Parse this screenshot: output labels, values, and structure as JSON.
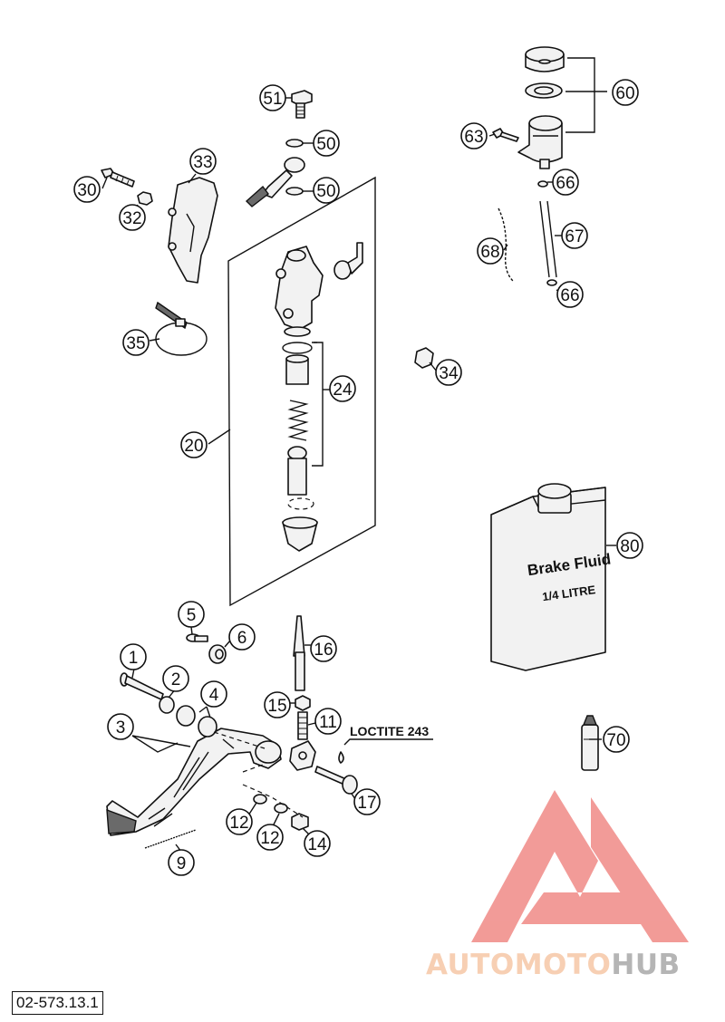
{
  "callouts": [
    {
      "id": "c1",
      "label": "1"
    },
    {
      "id": "c2",
      "label": "2"
    },
    {
      "id": "c3",
      "label": "3"
    },
    {
      "id": "c4",
      "label": "4"
    },
    {
      "id": "c5",
      "label": "5"
    },
    {
      "id": "c6",
      "label": "6"
    },
    {
      "id": "c9",
      "label": "9"
    },
    {
      "id": "c11",
      "label": "11"
    },
    {
      "id": "c12a",
      "label": "12"
    },
    {
      "id": "c12b",
      "label": "12"
    },
    {
      "id": "c14",
      "label": "14"
    },
    {
      "id": "c15",
      "label": "15"
    },
    {
      "id": "c16",
      "label": "16"
    },
    {
      "id": "c17",
      "label": "17"
    },
    {
      "id": "c20",
      "label": "20"
    },
    {
      "id": "c24",
      "label": "24"
    },
    {
      "id": "c30",
      "label": "30"
    },
    {
      "id": "c32",
      "label": "32"
    },
    {
      "id": "c33",
      "label": "33"
    },
    {
      "id": "c34",
      "label": "34"
    },
    {
      "id": "c35",
      "label": "35"
    },
    {
      "id": "c50a",
      "label": "50"
    },
    {
      "id": "c50b",
      "label": "50"
    },
    {
      "id": "c51",
      "label": "51"
    },
    {
      "id": "c60",
      "label": "60"
    },
    {
      "id": "c63",
      "label": "63"
    },
    {
      "id": "c66a",
      "label": "66"
    },
    {
      "id": "c66b",
      "label": "66"
    },
    {
      "id": "c67",
      "label": "67"
    },
    {
      "id": "c68",
      "label": "68"
    },
    {
      "id": "c70",
      "label": "70"
    },
    {
      "id": "c80",
      "label": "80"
    }
  ],
  "bottle": {
    "line1": "Brake Fluid",
    "line2": "1/4 LITRE"
  },
  "loctite_label": "LOCTITE 243",
  "drawing_number": "02-573.13.1",
  "watermark": {
    "part1": "AUTOMOTO",
    "part2": "HUB",
    "color1": "#f6c7a6",
    "color2": "#a9a9a9",
    "triangle_color": "#f08a86"
  }
}
